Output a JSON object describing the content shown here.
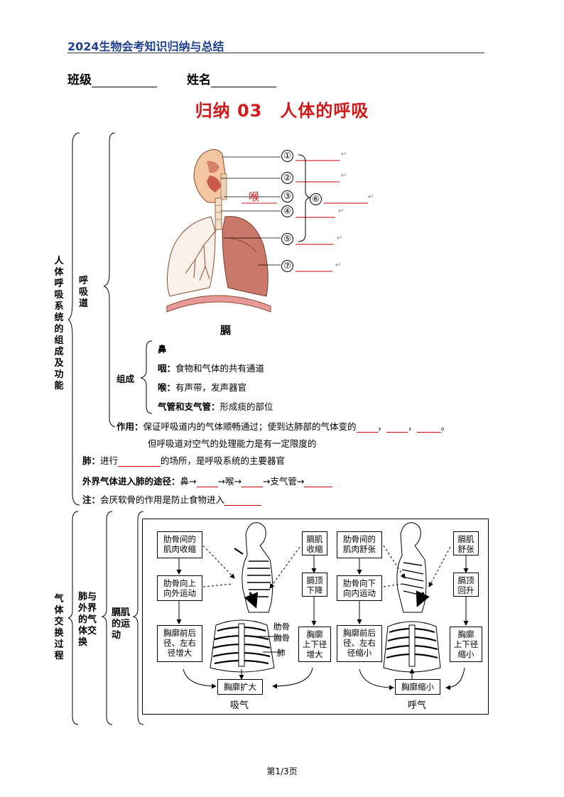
{
  "header": {
    "title": "2024生物会考知识归纳与总结"
  },
  "student": {
    "class_label": "班级",
    "name_label": "姓名"
  },
  "page_title": "归纳 03　人体的呼吸",
  "section1": {
    "label": [
      "人",
      "体",
      "呼",
      "吸",
      "系",
      "统",
      "的",
      "组",
      "成",
      "及",
      "功",
      "能"
    ],
    "airway_label": "呼吸道",
    "diagram": {
      "numbers": [
        "①",
        "②",
        "③",
        "④",
        "⑤",
        "⑥",
        "⑦"
      ],
      "larynx_handwritten": "喉",
      "diaphragm_label": "膈",
      "return_mark": "↵"
    },
    "composition": {
      "label": "组成",
      "items": [
        {
          "term": "鼻",
          "desc": ""
        },
        {
          "term": "咽：",
          "desc": "食物和气体的共有通道"
        },
        {
          "term": "喉：",
          "desc": "有声带，发声器官"
        },
        {
          "term": "气管和支气管：",
          "desc": "形成痰的部位"
        }
      ]
    },
    "function": {
      "label": "作用：",
      "line1_a": "保证呼吸道内的气体顺畅通过；使到达肺部的气体变的",
      "comma": "，",
      "period": "。",
      "line2": "但呼吸道对空气的处理能力是有一定限度的"
    },
    "lung": {
      "label": "肺：",
      "pre": "进行",
      "post": "的场所，是呼吸系统的主要器官"
    },
    "route": {
      "label": "外界气体进入肺的途径：",
      "start": "鼻→",
      "mid1": "→喉→",
      "mid2": "→支气管→"
    },
    "note": {
      "label": "注：",
      "text": "会厌软骨的作用是防止食物进入"
    }
  },
  "section2": {
    "label": [
      "气",
      "体",
      "交",
      "换",
      "过",
      "程"
    ],
    "sub_label": [
      "肺与",
      "外界",
      "的气",
      "体交",
      "换"
    ],
    "muscle_label": [
      "膈肌",
      "的运",
      "动"
    ],
    "inhale": {
      "box1": [
        "肋骨间的",
        "肌肉收缩"
      ],
      "box2": [
        "肋骨向上",
        "向外运动"
      ],
      "box3": [
        "胸廓前后",
        "径、左右",
        "径增大"
      ],
      "box4": [
        "膈肌",
        "收缩"
      ],
      "box5": [
        "膈顶",
        "下降"
      ],
      "box6": [
        "胸廓",
        "上下径",
        "增大"
      ],
      "result": "胸廓扩大",
      "caption": "吸气",
      "labels": [
        "肋骨",
        "胸骨",
        "肺"
      ]
    },
    "exhale": {
      "box1": [
        "肋骨间的",
        "肌肉舒张"
      ],
      "box2": [
        "肋骨向下",
        "向内运动"
      ],
      "box3": [
        "胸廓前后",
        "径、左右",
        "径缩小"
      ],
      "box4": [
        "膈肌",
        "舒张"
      ],
      "box5": [
        "膈顶",
        "回升"
      ],
      "box6": [
        "胸廓",
        "上下径",
        "缩小"
      ],
      "result": "胸廓缩小",
      "caption": "呼气"
    }
  },
  "footer": {
    "page": "第1/3页"
  }
}
